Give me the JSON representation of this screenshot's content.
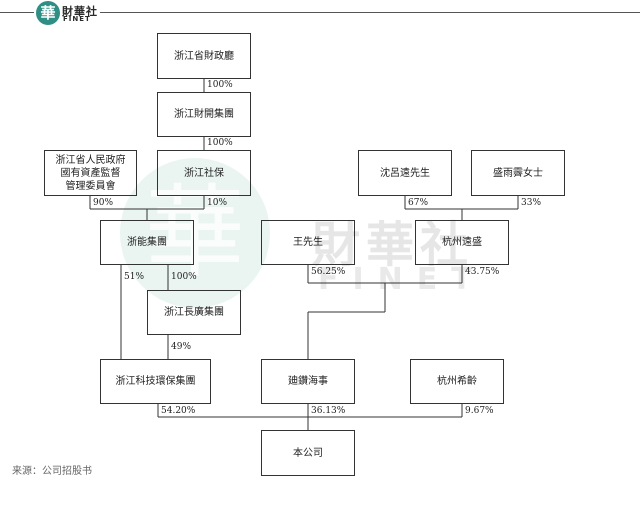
{
  "header": {
    "logo_cn": "財華社",
    "logo_en": "FINET",
    "logo_glyph": "華"
  },
  "watermark": {
    "cn": "財華社",
    "en": "FINET",
    "glyph": "華"
  },
  "nodes": {
    "zj_finance_dept": "浙江省財政廳",
    "zj_finance_dev_group": "浙江財開集團",
    "zj_sasac": "浙江省人民政府\n國有資產監督\n管理委員會",
    "zj_social_security": "浙江社保",
    "shen_lvyuan": "沈呂遠先生",
    "sheng_yuping": "盛雨霽女士",
    "zhejiang_energy_group": "浙能集團",
    "mr_wang": "王先生",
    "hangzhou_yuansheng": "杭州遠盛",
    "zj_changguang_group": "浙江長廣集團",
    "zj_tech_env_group": "浙江科技環保集團",
    "dizuan_haishi": "廸鑽海事",
    "hangzhou_xiling": "杭州希齡",
    "the_company": "本公司"
  },
  "percentages": {
    "dept_to_fin_group": "100%",
    "fin_group_to_social": "100%",
    "sasac_to_energy": "90%",
    "social_to_energy": "10%",
    "shen_to_yuansheng": "67%",
    "sheng_to_yuansheng": "33%",
    "energy_to_tech": "51%",
    "energy_to_changguang": "100%",
    "wang_to_dizuan": "56.25%",
    "yuansheng_to_dizuan": "43.75%",
    "changguang_to_tech": "49%",
    "tech_to_company": "54.20%",
    "dizuan_to_company": "36.13%",
    "xiling_to_company": "9.67%"
  },
  "source": "来源：公司招股书"
}
